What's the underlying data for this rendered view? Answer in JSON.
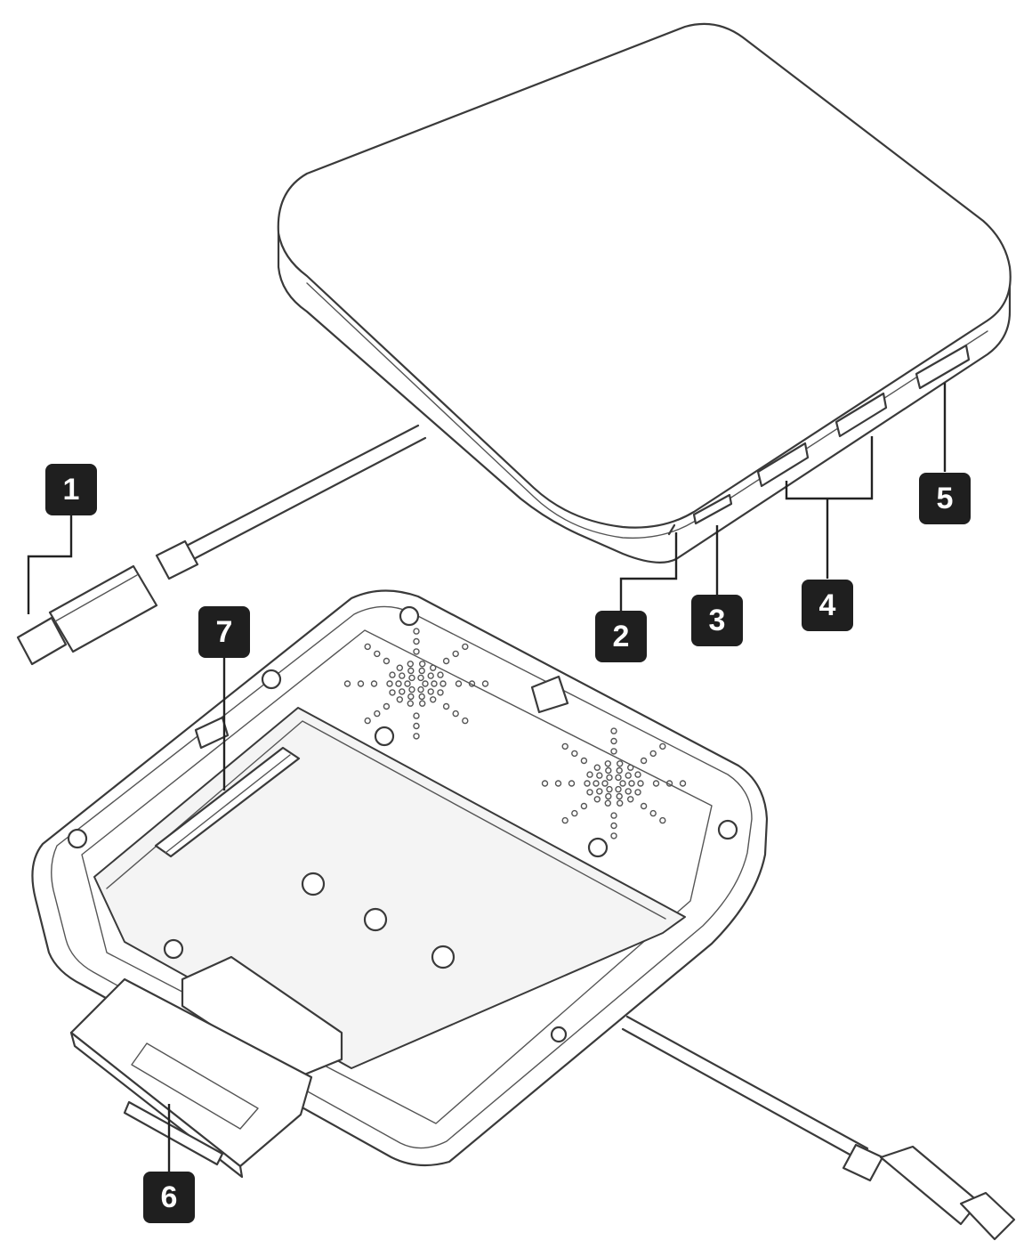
{
  "callouts": [
    {
      "label": "1"
    },
    {
      "label": "2"
    },
    {
      "label": "3"
    },
    {
      "label": "4"
    },
    {
      "label": "5"
    },
    {
      "label": "6"
    },
    {
      "label": "7"
    }
  ],
  "colors": {
    "badge_fill": "#1f1f1f",
    "badge_text": "#ffffff",
    "line": "#3a3a3a",
    "background": "#ffffff"
  }
}
